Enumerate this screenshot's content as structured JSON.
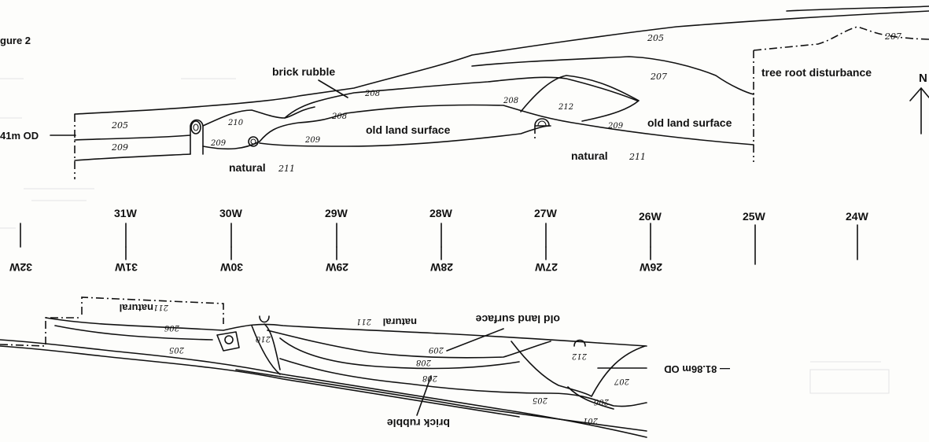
{
  "figure_label": "gure 2",
  "upper_section": {
    "datum": "41m OD",
    "labels": {
      "brick_rubble": "brick rubble",
      "tree_root": "tree root disturbance",
      "old_land_surface_1": "old land surface",
      "old_land_surface_2": "old land surface",
      "natural_1": "natural",
      "natural_2": "natural"
    },
    "contexts": [
      "205",
      "205",
      "207",
      "207",
      "208",
      "208",
      "208",
      "209",
      "209",
      "209",
      "209",
      "210",
      "211",
      "211",
      "212"
    ]
  },
  "north_arrow": "N",
  "grid": {
    "upper_ticks": [
      "31W",
      "30W",
      "29W",
      "28W",
      "27W",
      "26W",
      "25W",
      "24W"
    ],
    "lower_ticks": [
      "32W",
      "31W",
      "30W",
      "29W",
      "28W",
      "27W",
      "26W"
    ]
  },
  "lower_section": {
    "datum": "— 81.86m OD",
    "labels": {
      "natural_box": "natural",
      "natural_top": "natural",
      "old_land_surface": "old land surface",
      "brick_rubble": "brick rubble"
    },
    "contexts": [
      "211",
      "211",
      "206",
      "206",
      "205",
      "205",
      "210",
      "209",
      "208",
      "208",
      "212",
      "207",
      "201"
    ]
  }
}
